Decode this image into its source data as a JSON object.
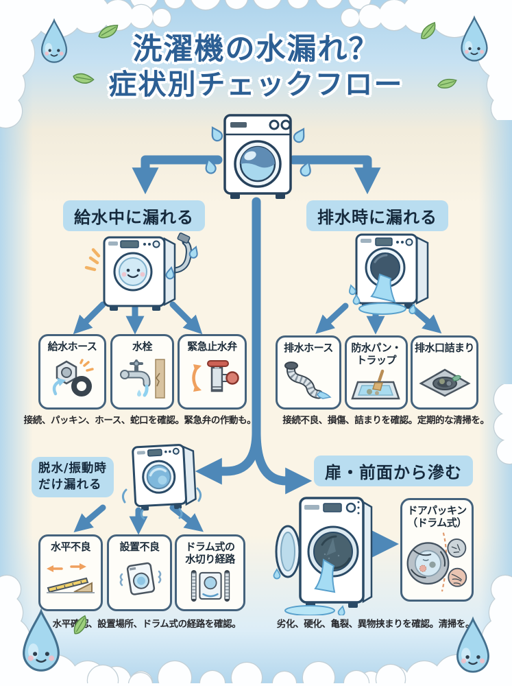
{
  "poster": {
    "title_line1": "洗濯機の水漏れ？",
    "title_line2": "症状別チェックフロー"
  },
  "sections": {
    "supply": {
      "header": "給水中に漏れる",
      "boxes": [
        "給水ホース",
        "水栓",
        "緊急止水弁"
      ],
      "caption": "接続、パッキン、ホース、蛇口を確認。緊急弁の作動も。"
    },
    "drain": {
      "header": "排水時に漏れる",
      "boxes": [
        "排水ホース",
        "防水パン・\nトラップ",
        "排水口詰まり"
      ],
      "caption": "接続不良、損傷、詰まりを確認。定期的な清掃を。"
    },
    "spin": {
      "header": "脱水/振動時\nだけ漏れる",
      "boxes": [
        "水平不良",
        "設置不良",
        "ドラム式の\n水切り経路"
      ],
      "caption": "水平確認、設置場所、ドラム式の経路を確認。"
    },
    "door": {
      "header": "扉・前面から滲む",
      "box": "ドアパッキン\n（ドラム式）",
      "caption": "劣化、硬化、亀裂、異物挟まりを確認。清掃を。"
    }
  },
  "icons": {
    "supply_hose": "nut-and-gasket-icon",
    "faucet": "wall-faucet-icon",
    "emergency_valve": "shutoff-valve-icon",
    "drain_hose": "corrugated-hose-icon",
    "waterproof_pan": "drain-pan-brush-icon",
    "drain_clog": "clogged-drain-icon",
    "level": "tilted-level-icon",
    "installation": "tilted-washer-icon",
    "drum_path": "drain-path-icon",
    "door_gasket": "door-gasket-cracks-icon",
    "mascot": "water-drop-face-icon"
  },
  "colors": {
    "arrow_blue": "#4e88b8",
    "header_pill_bg": "#b9ddf0",
    "title_blue": "#2c5f94",
    "box_border": "#44627c",
    "background_cream": "#faf4e6",
    "sky_blue": "#b0d5ec",
    "alert_orange": "#f2a85c",
    "valve_red": "#cc6155",
    "water_light": "#a8dcf2"
  }
}
